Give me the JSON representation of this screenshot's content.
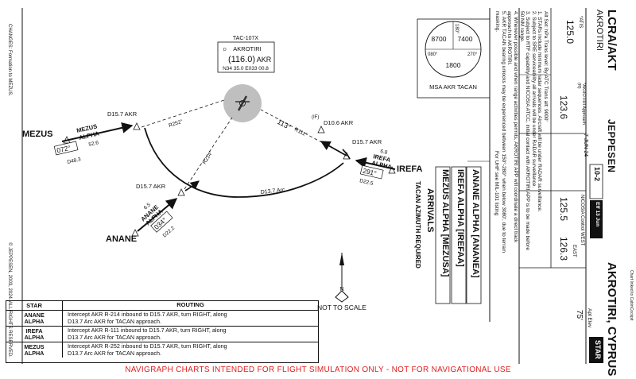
{
  "footer": "NAVIGRAPH CHARTS INTENDED FOR FLIGHT SIMULATION ONLY - NOT FOR NAVIGATIONAL USE",
  "side_left": {
    "changes": "CHANGES: Formation to MEZUS.",
    "copyright": "© JEPPESEN, 2003, 2024. ALL RIGHTS RESERVED."
  },
  "side_right": "Chart linked to CabinCockpit",
  "header": {
    "icao_iata": "LCRA/AKT",
    "airport_short": "AKROTIRI",
    "city": "AKROTIRI, CYPRUS",
    "chart_type": "STAR",
    "logo": "JEPPESEN",
    "date": "7 JUN 24",
    "chart_no": "10-2",
    "eff": "Eff 13 Jun",
    "apt_elev_label": "Apt Elev",
    "apt_elev": "75'",
    "freqs": [
      {
        "label": "*ATIS",
        "value": "125.0"
      },
      {
        "label": "*AKROTIRI Approach (R)",
        "value": "123.6"
      },
      {
        "label": "NICOSIA Control WEST",
        "value": "125.5"
      },
      {
        "label": "EAST",
        "value": "126.3"
      }
    ]
  },
  "notes": [
    "Alt Set: hPa    Trans level: By ATC    Trans alt: 9000'",
    "1. STARs include minimum radar sequences. Aircraft will be under RADAR surveillance.",
    "2. Subject to SRE serviceability all arrivals will be under RADAR surveillance.",
    "3. Subject to RTF capability and NICOSIA ATCC, initial contact with AKROTIRI APP is to be made before",
    "50 NM range.",
    "4. Whenever possible and when range activities permits, AKROTIRI APP will coordinate a direct track",
    "approach to AKROTIRI.",
    "5. AKR TACAN bearing unlocks may be experienced between 150°-280° when below 3080', due to terrain",
    "masking."
  ],
  "msa": {
    "label": "MSA AKR TACAN",
    "values": [
      "8700",
      "7400",
      "1800"
    ],
    "bearings": [
      "180°",
      "080°",
      "270°"
    ]
  },
  "uhf_note": "For UHF see MIL-101 listing",
  "title_block": [
    "ANANE ALPHA [ANANEA]",
    "IREFA ALPHA [IREFAA]",
    "MEZUS ALPHA [MEZUSA]",
    "ARRIVALS",
    "TACAN AZIMUTH REQUIRED"
  ],
  "navaid": {
    "type": "TAC-107X",
    "name": "AKROTIRI",
    "freq": "(116.0)",
    "ident": "AKR",
    "coords": "N34 35.0 E033 00.8",
    "morse": "D"
  },
  "fixes": {
    "mezus": "MEZUS",
    "irefa": "IREFA",
    "anane": "ANANE",
    "d157_mezus": "D15.7 AKR",
    "d157_irefa": "D15.7 AKR",
    "d157_anane": "D15.7 AKR",
    "if": "(IF)",
    "d106": "D10.6 AKR"
  },
  "route_labels": {
    "mezus_proc": [
      "MEZUS",
      "ALPHA"
    ],
    "mezus_dist": "52.6",
    "mezus_crs": "072°",
    "mezus_d": "D48.3",
    "irefa_proc": [
      "6.8",
      "IREFA",
      "ALPHA"
    ],
    "irefa_crs": "291°",
    "irefa_d": "D22.5",
    "anane_proc": [
      "6.5",
      "ANANE",
      "ALPHA"
    ],
    "anane_crs": "034°",
    "anane_d": "D22.2",
    "r252": "R252°",
    "r214": "R214°",
    "r111": "R111°",
    "crs113": "113°",
    "arc": "D13.7 Arc"
  },
  "north": {
    "label": "NOT TO SCALE",
    "n": "N"
  },
  "routing_table": {
    "headers": [
      "STAR",
      "ROUTING"
    ],
    "rows": [
      {
        "star": [
          "ANANE",
          "ALPHA"
        ],
        "routing": [
          "Intercept AKR R-214 inbound to D15.7 AKR, turn RIGHT, along",
          "D13.7 Arc AKR for TACAN approach."
        ]
      },
      {
        "star": [
          "IREFA",
          "ALPHA"
        ],
        "routing": [
          "Intercept AKR R-111 inbound to D15.7 AKR, turn RIGHT, along",
          "D13.7 Arc AKR for TACAN approach."
        ]
      },
      {
        "star": [
          "MEZUS",
          "ALPHA"
        ],
        "routing": [
          "Intercept AKR R-252 inbound to D15.7 AKR, turn RIGHT, along",
          "D13.7 Arc AKR for TACAN approach."
        ]
      }
    ]
  }
}
